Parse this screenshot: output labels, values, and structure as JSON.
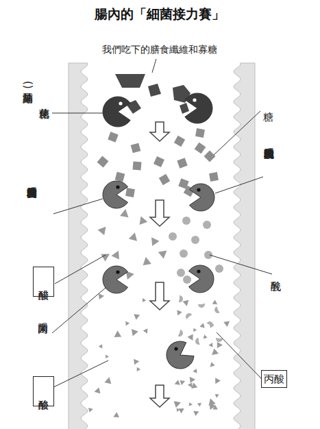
{
  "diagram": {
    "title": "腸內的「細菌接力賽」",
    "nodes": [
      {
        "text": [
          "醋酸"
        ]
      },
      {
        "text": [
          "丙酸"
        ]
      },
      {
        "text": [
          "酪酸"
        ]
      }
    ],
    "labels": [
      "我們吃下的膳食纖維和寡糖",
      "糖化菌",
      "(納豆菌等)",
      "糖",
      "優格和腸內的乳酸菌",
      "優格和腸內的雙歧桿菌",
      "乳酸",
      "腸內菌"
    ]
  }
}
